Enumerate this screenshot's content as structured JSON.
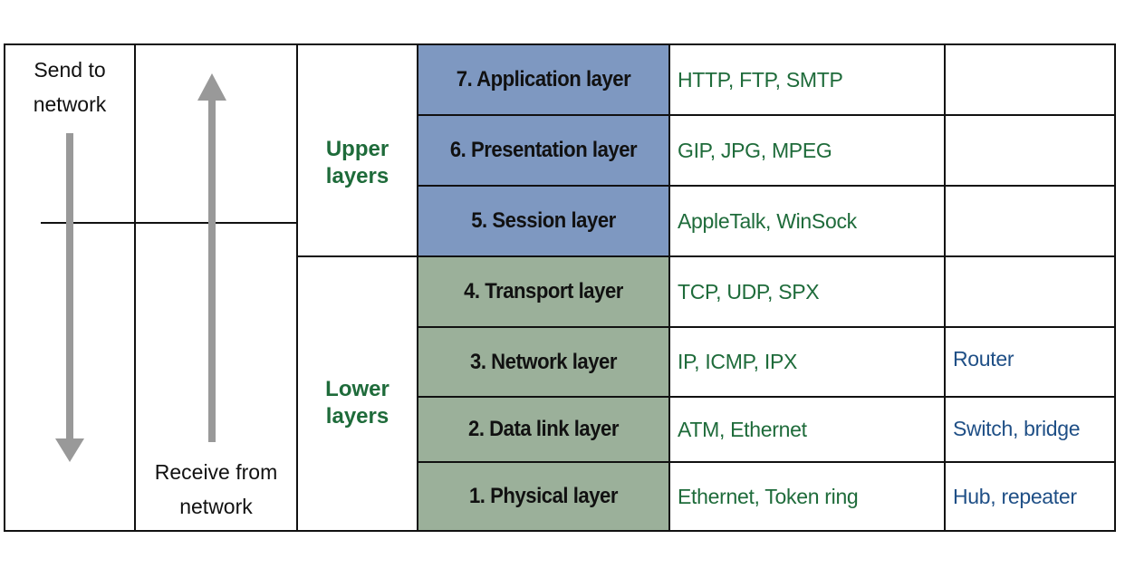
{
  "left_labels": {
    "send": [
      "Send to",
      "network"
    ],
    "receive": [
      "Receive from",
      "network"
    ]
  },
  "groups": {
    "upper": [
      "Upper",
      "layers"
    ],
    "lower": [
      "Lower",
      "layers"
    ]
  },
  "layers": [
    {
      "name": "7. Application layer",
      "protocols": "HTTP, FTP, SMTP",
      "device": ""
    },
    {
      "name": "6. Presentation layer",
      "protocols": "GIP, JPG, MPEG",
      "device": ""
    },
    {
      "name": "5. Session layer",
      "protocols": "AppleTalk, WinSock",
      "device": ""
    },
    {
      "name": "4. Transport layer",
      "protocols": "TCP, UDP, SPX",
      "device": ""
    },
    {
      "name": "3. Network layer",
      "protocols": "IP, ICMP, IPX",
      "device": "Router"
    },
    {
      "name": "2. Data link layer",
      "protocols": "ATM, Ethernet",
      "device": "Switch, bridge"
    },
    {
      "name": "1. Physical layer",
      "protocols": "Ethernet, Token ring",
      "device": "Hub, repeater"
    }
  ],
  "colors": {
    "upper_fill": "#7e98c1",
    "lower_fill": "#9bb09a",
    "protocol_text": "#1e6b3a",
    "device_text": "#1f4f86",
    "arrow": "#999999"
  }
}
